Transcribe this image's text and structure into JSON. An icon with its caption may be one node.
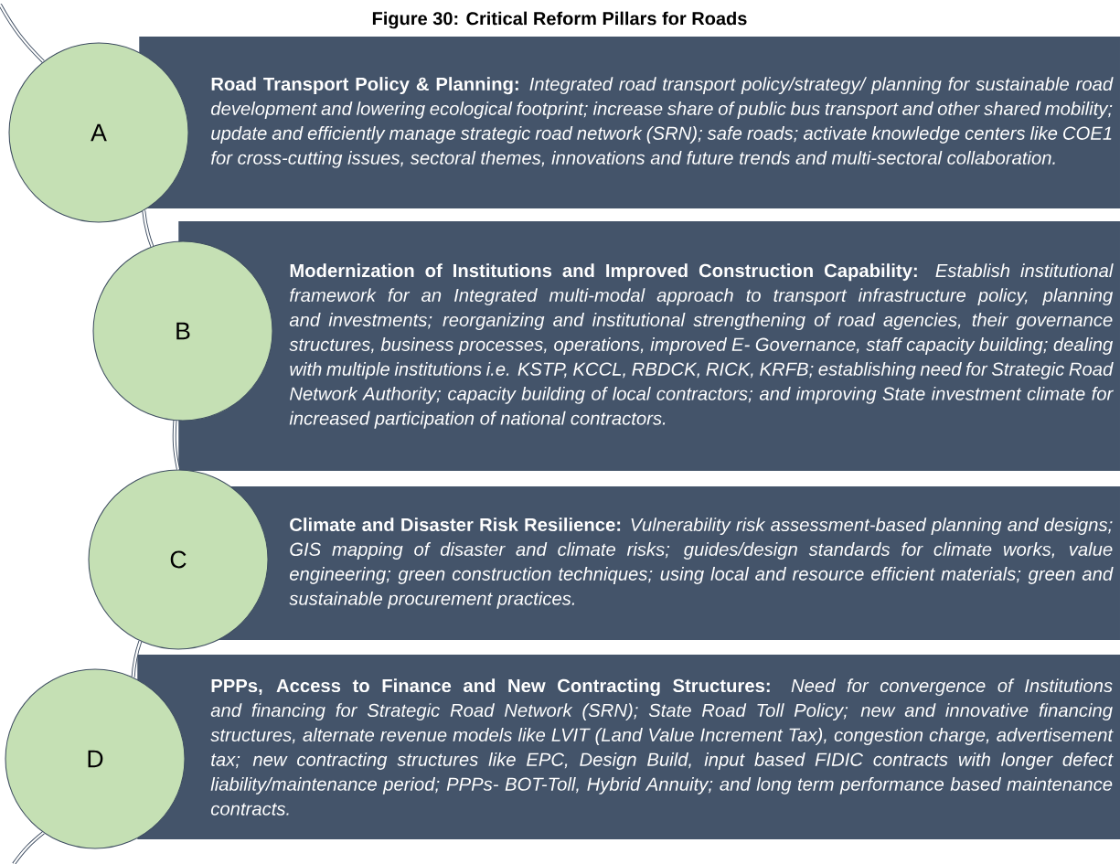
{
  "diagram": {
    "title": "Figure 30: Critical Reform Pillars for Roads",
    "nodes": [
      {
        "text": [
          "A"
        ]
      },
      {
        "text": [
          "Road Transport Policy & Planning:",
          "Integrated road transport policy/strategy/ planning for sustainable road development and lowering ecological footprint; increase share of public bus transport and other shared mobility; update and efficiently manage strategic road network (SRN); safe roads; activate knowledge centers like COE1 for cross-cutting issues, sectoral themes, innovations and future trends and multi-sectoral collaboration."
        ]
      },
      {
        "text": [
          "B"
        ]
      },
      {
        "text": [
          "Modernization of Institutions and Improved Construction Capability:",
          "Establish institutional framework for an Integrated multi-modal approach to transport infrastructure policy, planning and investments; reorganizing and institutional strengthening of road agencies, their governance structures, business processes, operations, improved E- Governance, staff capacity building; dealing with multiple institutions i.e. KSTP, KCCL, RBDCK, RICK, KRFB; establishing need for Strategic Road Network Authority; capacity building of local contractors; and improving State investment climate for increased participation of national contractors."
        ]
      },
      {
        "text": [
          "C"
        ]
      },
      {
        "text": [
          "Climate and Disaster Risk Resilience:",
          "Vulnerability risk assessment-based planning and designs; GIS mapping of disaster and climate risks; guides/design standards for climate works, value engineering; green construction techniques; using local and resource efficient materials; green and sustainable procurement practices."
        ]
      },
      {
        "text": [
          "D"
        ]
      },
      {
        "text": [
          "PPPs, Access to Finance and New Contracting Structures:",
          "Need for convergence of Institutions and financing for Strategic Road Network (SRN); State Road Toll Policy; new and innovative financing structures, alternate revenue models like LVIT (Land Value Increment Tax), congestion charge, advertisement tax; new contracting structures like EPC, Design Build, input based FIDIC contracts with longer defect liability/maintenance period; PPPs- BOT-Toll, Hybrid Annuity; and long term performance based maintenance contracts."
        ]
      }
    ],
    "edges": [
      {
        "from": null,
        "to": 0,
        "arrow": "none"
      },
      {
        "from": 0,
        "to": 2,
        "arrow": "none"
      },
      {
        "from": 2,
        "to": 4,
        "arrow": "none"
      },
      {
        "from": 4,
        "to": 6,
        "arrow": "none"
      },
      {
        "from": 6,
        "to": null,
        "arrow": "none"
      }
    ]
  }
}
